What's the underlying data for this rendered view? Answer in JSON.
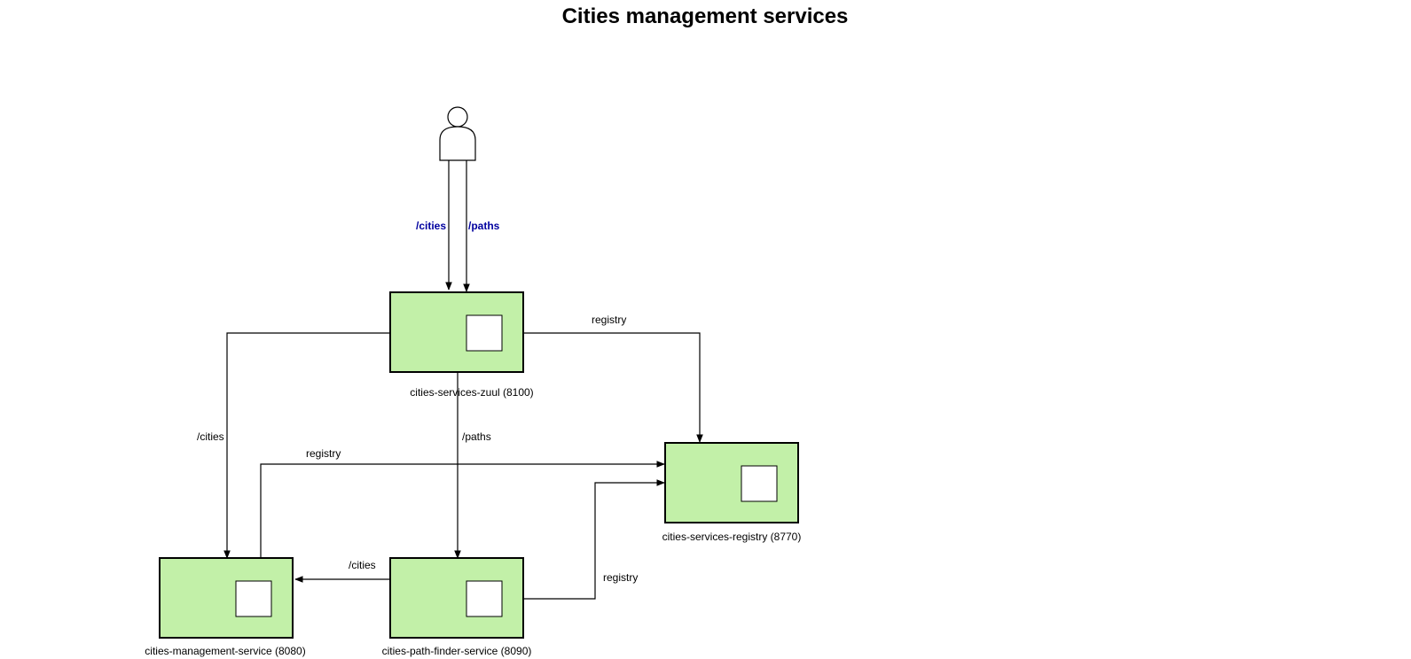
{
  "title": "Cities management services",
  "nodes": {
    "zuul": {
      "label": "cities-services-zuul (8100)"
    },
    "registry": {
      "label": "cities-services-registry (8770)"
    },
    "management": {
      "label": "cities-management-service (8080)"
    },
    "path_finder": {
      "label": "cities-path-finder-service (8090)"
    }
  },
  "actor": {
    "icon": "user-icon"
  },
  "edges": {
    "user_cities": {
      "label": "/cities",
      "color": "#00009f"
    },
    "user_paths": {
      "label": "/paths",
      "color": "#00009f"
    },
    "zuul_registry": {
      "label": "registry"
    },
    "zuul_cities": {
      "label": "/cities"
    },
    "zuul_paths": {
      "label": "/paths"
    },
    "management_registry": {
      "label": "registry"
    },
    "pathfinder_cities": {
      "label": "/cities"
    },
    "pathfinder_registry": {
      "label": "registry"
    }
  },
  "colors": {
    "node_fill": "#c2f0a8",
    "label_accent": "#00009f"
  }
}
